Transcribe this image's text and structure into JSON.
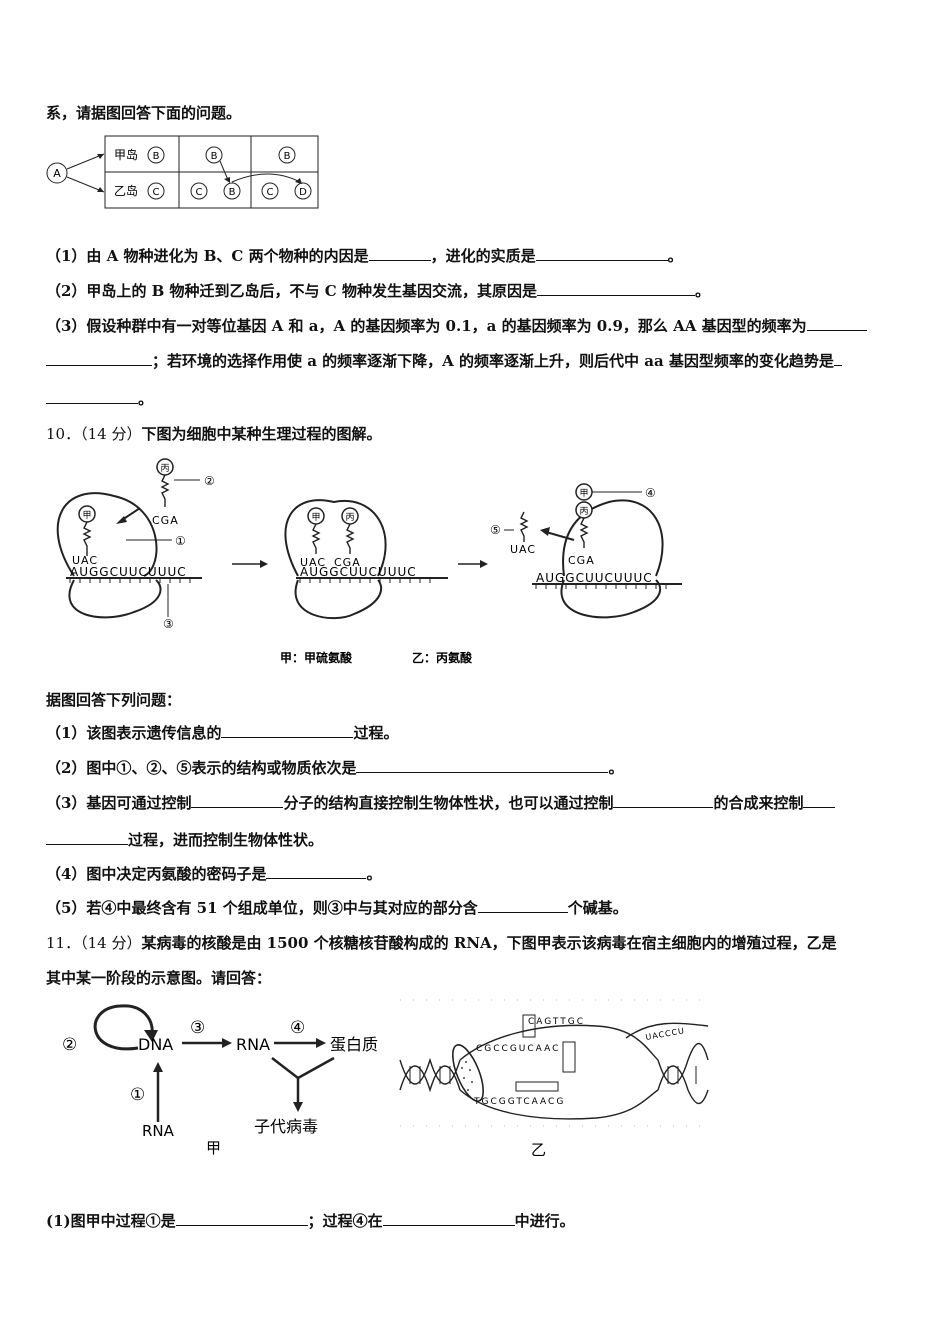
{
  "intro_line": "系，请据图回答下面的问题。",
  "fig_island": {
    "origin": "A",
    "row1_label": "甲岛",
    "row2_label": "乙岛",
    "species_b": "B",
    "species_c": "C",
    "species_d": "D"
  },
  "q9": {
    "p1_a": "（1）由 A 物种进化为 B、C 两个物种的内因是",
    "p1_b": "，进化的实质是",
    "p1_c": "。",
    "p2_a": "（2）甲岛上的 B 物种迁到乙岛后，不与 C 物种发生基因交流，其原因是",
    "p2_b": "。",
    "p3_a": "（3）假设种群中有一对等位基因 A 和 a，A 的基因频率为 0.1，a 的基因频率为 0.9，那么 AA 基因型的频率为",
    "p3_b": "；若环境的选择作用使 a 的频率逐渐下降，A 的频率逐渐上升，则后代中 aa 基因型频率的变化趋势是",
    "p3_c": "。"
  },
  "q10": {
    "header_num": "10．（14 分）",
    "header_text": "下图为细胞中某种生理过程的图解。",
    "fig": {
      "label_jia": "甲",
      "label_bing": "丙",
      "n1": "①",
      "n2": "②",
      "n3": "③",
      "n4": "④",
      "n5": "⑤",
      "anticodon_uac": "UAC",
      "anticodon_cga": "CGA",
      "mrna": "AUGGCUUCUUUC",
      "caption_jia": "甲：甲硫氨酸",
      "caption_yi": "乙：丙氨酸"
    },
    "intro": "据图回答下列问题：",
    "p1_a": "（1）该图表示遗传信息的",
    "p1_b": "过程。",
    "p2_a": "（2）图中①、②、⑤表示的结构或物质依次是",
    "p2_b": "。",
    "p3_a": "（3）基因可通过控制",
    "p3_b": "分子的结构直接控制生物体性状，也可以通过控制",
    "p3_c": "的合成来控制",
    "p3_d": "过程，进而控制生物体性状。",
    "p4_a": "（4）图中决定丙氨酸的密码子是",
    "p4_b": "。",
    "p5_a": "（5）若④中最终含有 51 个组成单位，则③中与其对应的部分含",
    "p5_b": "个碱基。"
  },
  "q11": {
    "header_num": "11．（14 分）",
    "header_text": "某病毒的核酸是由 1500 个核糖核苷酸构成的 RNA，下图甲表示该病毒在宿主细胞内的增殖过程，乙是",
    "header_text2": "其中某一阶段的示意图。请回答：",
    "fig_a": {
      "n1": "①",
      "n2": "②",
      "n3": "③",
      "n4": "④",
      "dna": "DNA",
      "rna_mid": "RNA",
      "protein": "蛋白质",
      "rna_bottom": "RNA",
      "offspring": "子代病毒",
      "caption": "甲"
    },
    "fig_b": {
      "top_strand": "CGCCGUCAAC",
      "top_letters_2": "CAGTTGC",
      "bottom_strand": "TGCGGTCAACG",
      "tail": "UACCCU",
      "caption": "乙"
    },
    "p1_a": "(1)图甲中过程①是",
    "p1_b": "；过程④在",
    "p1_c": "中进行。"
  }
}
